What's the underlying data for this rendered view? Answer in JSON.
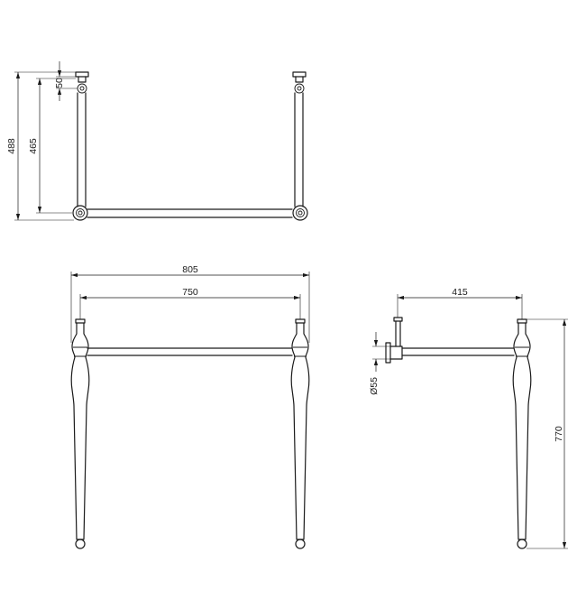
{
  "dimensions": {
    "overall_height_top_view": "488",
    "center_height_top_view": "465",
    "fixing_offset": "50",
    "overall_width": "805",
    "center_width": "750",
    "depth": "415",
    "tube_diameter": "Ø55",
    "overall_height": "770"
  },
  "colors": {
    "line": "#1a1a1a",
    "background": "#ffffff"
  }
}
